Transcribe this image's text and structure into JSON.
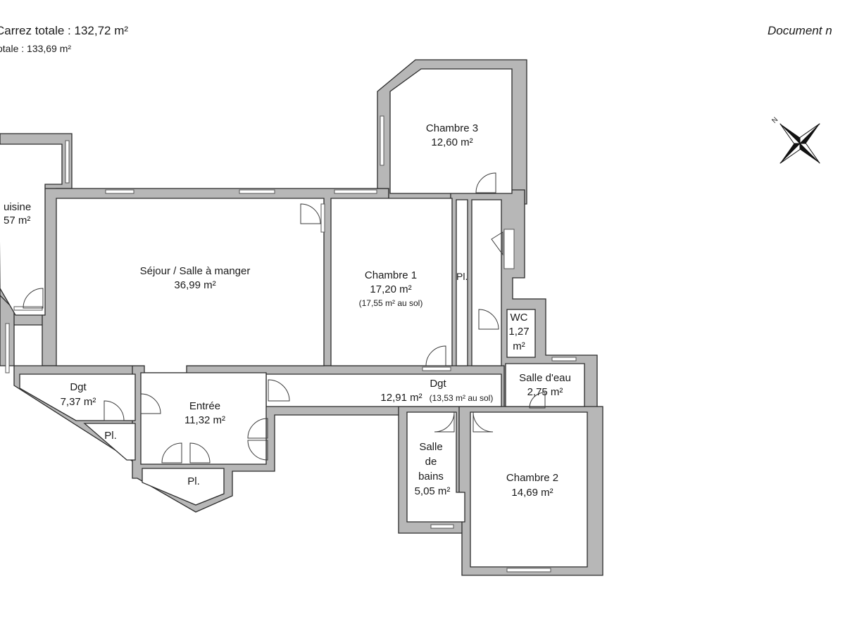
{
  "header": {
    "surface_carrez": "Carrez totale :  132,72 m²",
    "surface_totale": "otale :  133,69 m²",
    "document_note": "Document n"
  },
  "compass": {
    "letter": "N",
    "icon": "compass-rose-icon"
  },
  "rooms": {
    "cuisine": {
      "name": "uisine",
      "area": "57 m²"
    },
    "sejour": {
      "name": "Séjour / Salle à manger",
      "area": "36,99 m²"
    },
    "chambre1": {
      "name": "Chambre 1",
      "area": "17,20 m²",
      "note": "(17,55 m² au sol)"
    },
    "chambre3": {
      "name": "Chambre 3",
      "area": "12,60 m²"
    },
    "placard_couloir": {
      "name": "Pl."
    },
    "wc": {
      "line1": "WC",
      "line2": "1,27",
      "line3": "m²"
    },
    "salle_eau": {
      "name": "Salle d'eau",
      "area": "2,75 m²"
    },
    "dgt_central": {
      "name": "Dgt",
      "area": "12,91 m²",
      "note": "(13,53 m² au sol)"
    },
    "dgt_left": {
      "name": "Dgt",
      "area": "7,37 m²"
    },
    "placard_left": {
      "name": "Pl."
    },
    "entree": {
      "name": "Entrée",
      "area": "11,32 m²"
    },
    "placard_entree": {
      "name": "Pl."
    },
    "salle_bains": {
      "line1": "Salle",
      "line2": "de",
      "line3": "bains",
      "area": "5,05 m²"
    },
    "chambre2": {
      "name": "Chambre 2",
      "area": "14,69 m²"
    }
  },
  "colors": {
    "wall": "#b7b7b7",
    "wall_outline": "#2b2b2b",
    "floor": "#ffffff",
    "text": "#1a1a1a"
  }
}
